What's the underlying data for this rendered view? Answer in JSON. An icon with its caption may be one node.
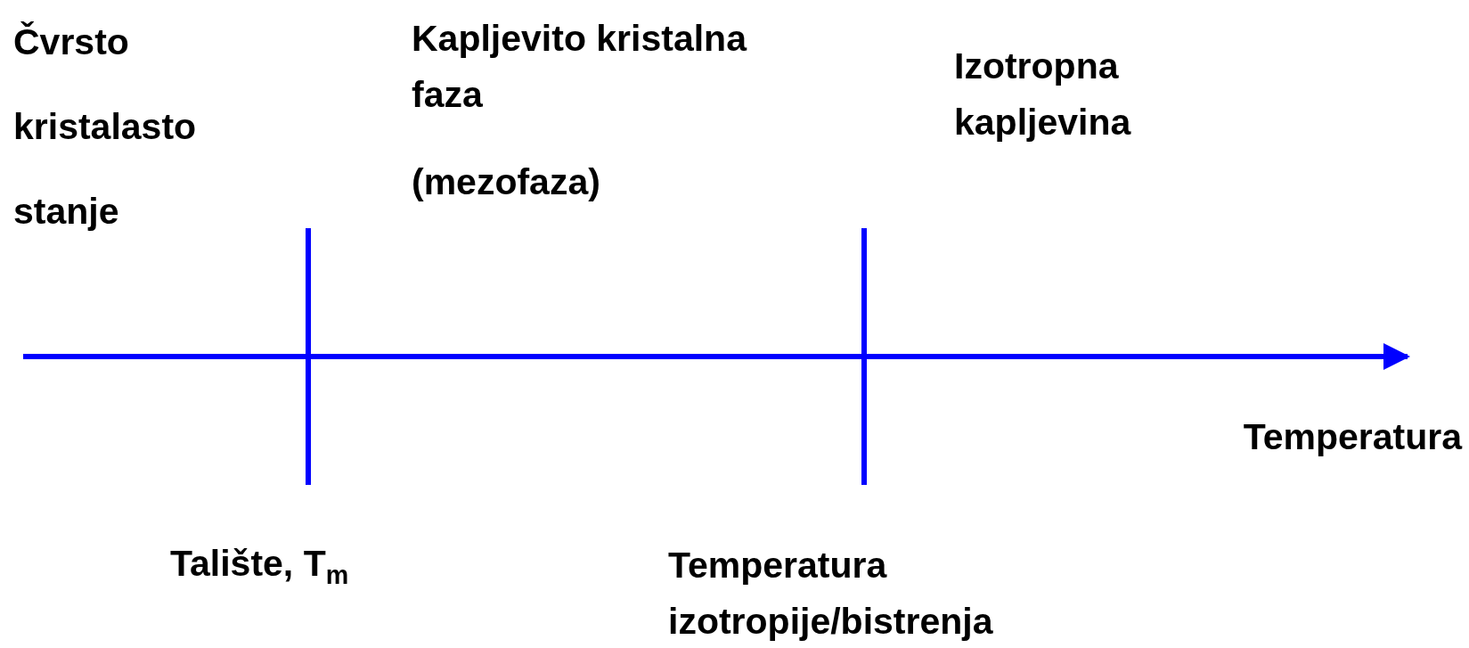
{
  "diagram": {
    "labels": [
      "Čvrsto kristalasto stanje",
      "Kapljevito kristalna faza",
      "(mezofaza)",
      "Izotropna kapljevina",
      "Temperatura",
      "Talište, T$_{m}$",
      "Temperatura izotropije/bistrenja"
    ]
  }
}
